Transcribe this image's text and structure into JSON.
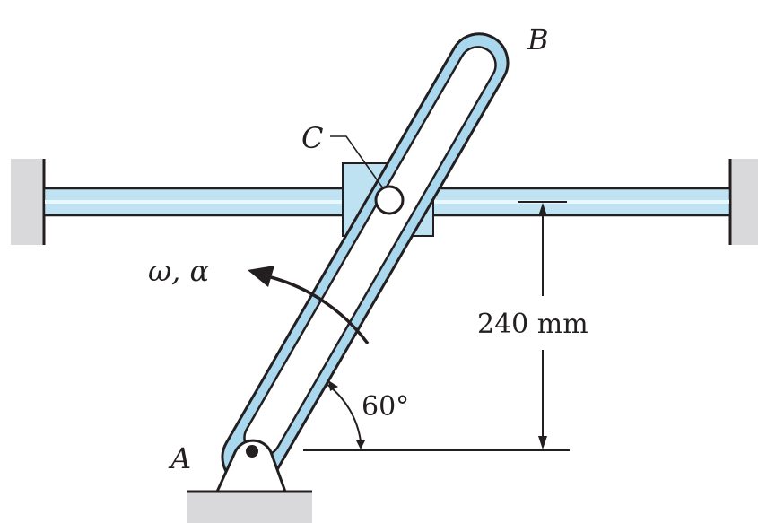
{
  "labels": {
    "point_a": "A",
    "point_b": "B",
    "point_c": "C",
    "omega_alpha": "ω, α",
    "angle": "60°",
    "distance": "240 mm"
  },
  "colors": {
    "link_fill": "#a9d8ee",
    "rod_fill": "#bfe3f3",
    "wall_fill": "#d9d9db",
    "collar_fill": "#bfe2f3",
    "stroke": "#231f20"
  }
}
